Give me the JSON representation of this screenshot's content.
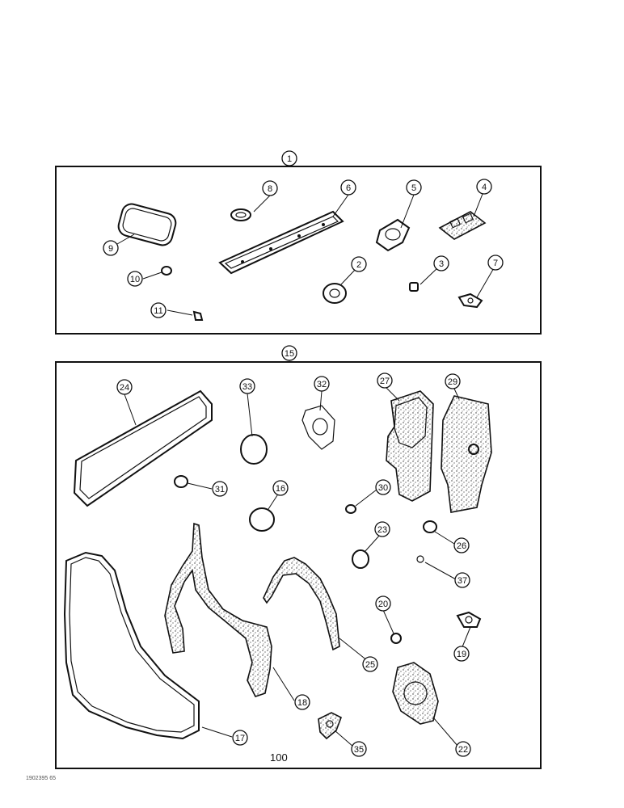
{
  "callouts": {
    "c1": "1",
    "c2": "2",
    "c3": "3",
    "c4": "4",
    "c5": "5",
    "c6": "6",
    "c7": "7",
    "c8": "8",
    "c9": "9",
    "c10": "10",
    "c11": "11",
    "c15": "15",
    "c16": "16",
    "c17": "17",
    "c18": "18",
    "c19": "19",
    "c20": "20",
    "c22": "22",
    "c23": "23",
    "c24": "24",
    "c25": "25",
    "c26": "26",
    "c27": "27",
    "c29": "29",
    "c30": "30",
    "c31": "31",
    "c32": "32",
    "c33": "33",
    "c35": "35",
    "c37": "37"
  },
  "page_number": "100",
  "image_ref": "1902395 65"
}
